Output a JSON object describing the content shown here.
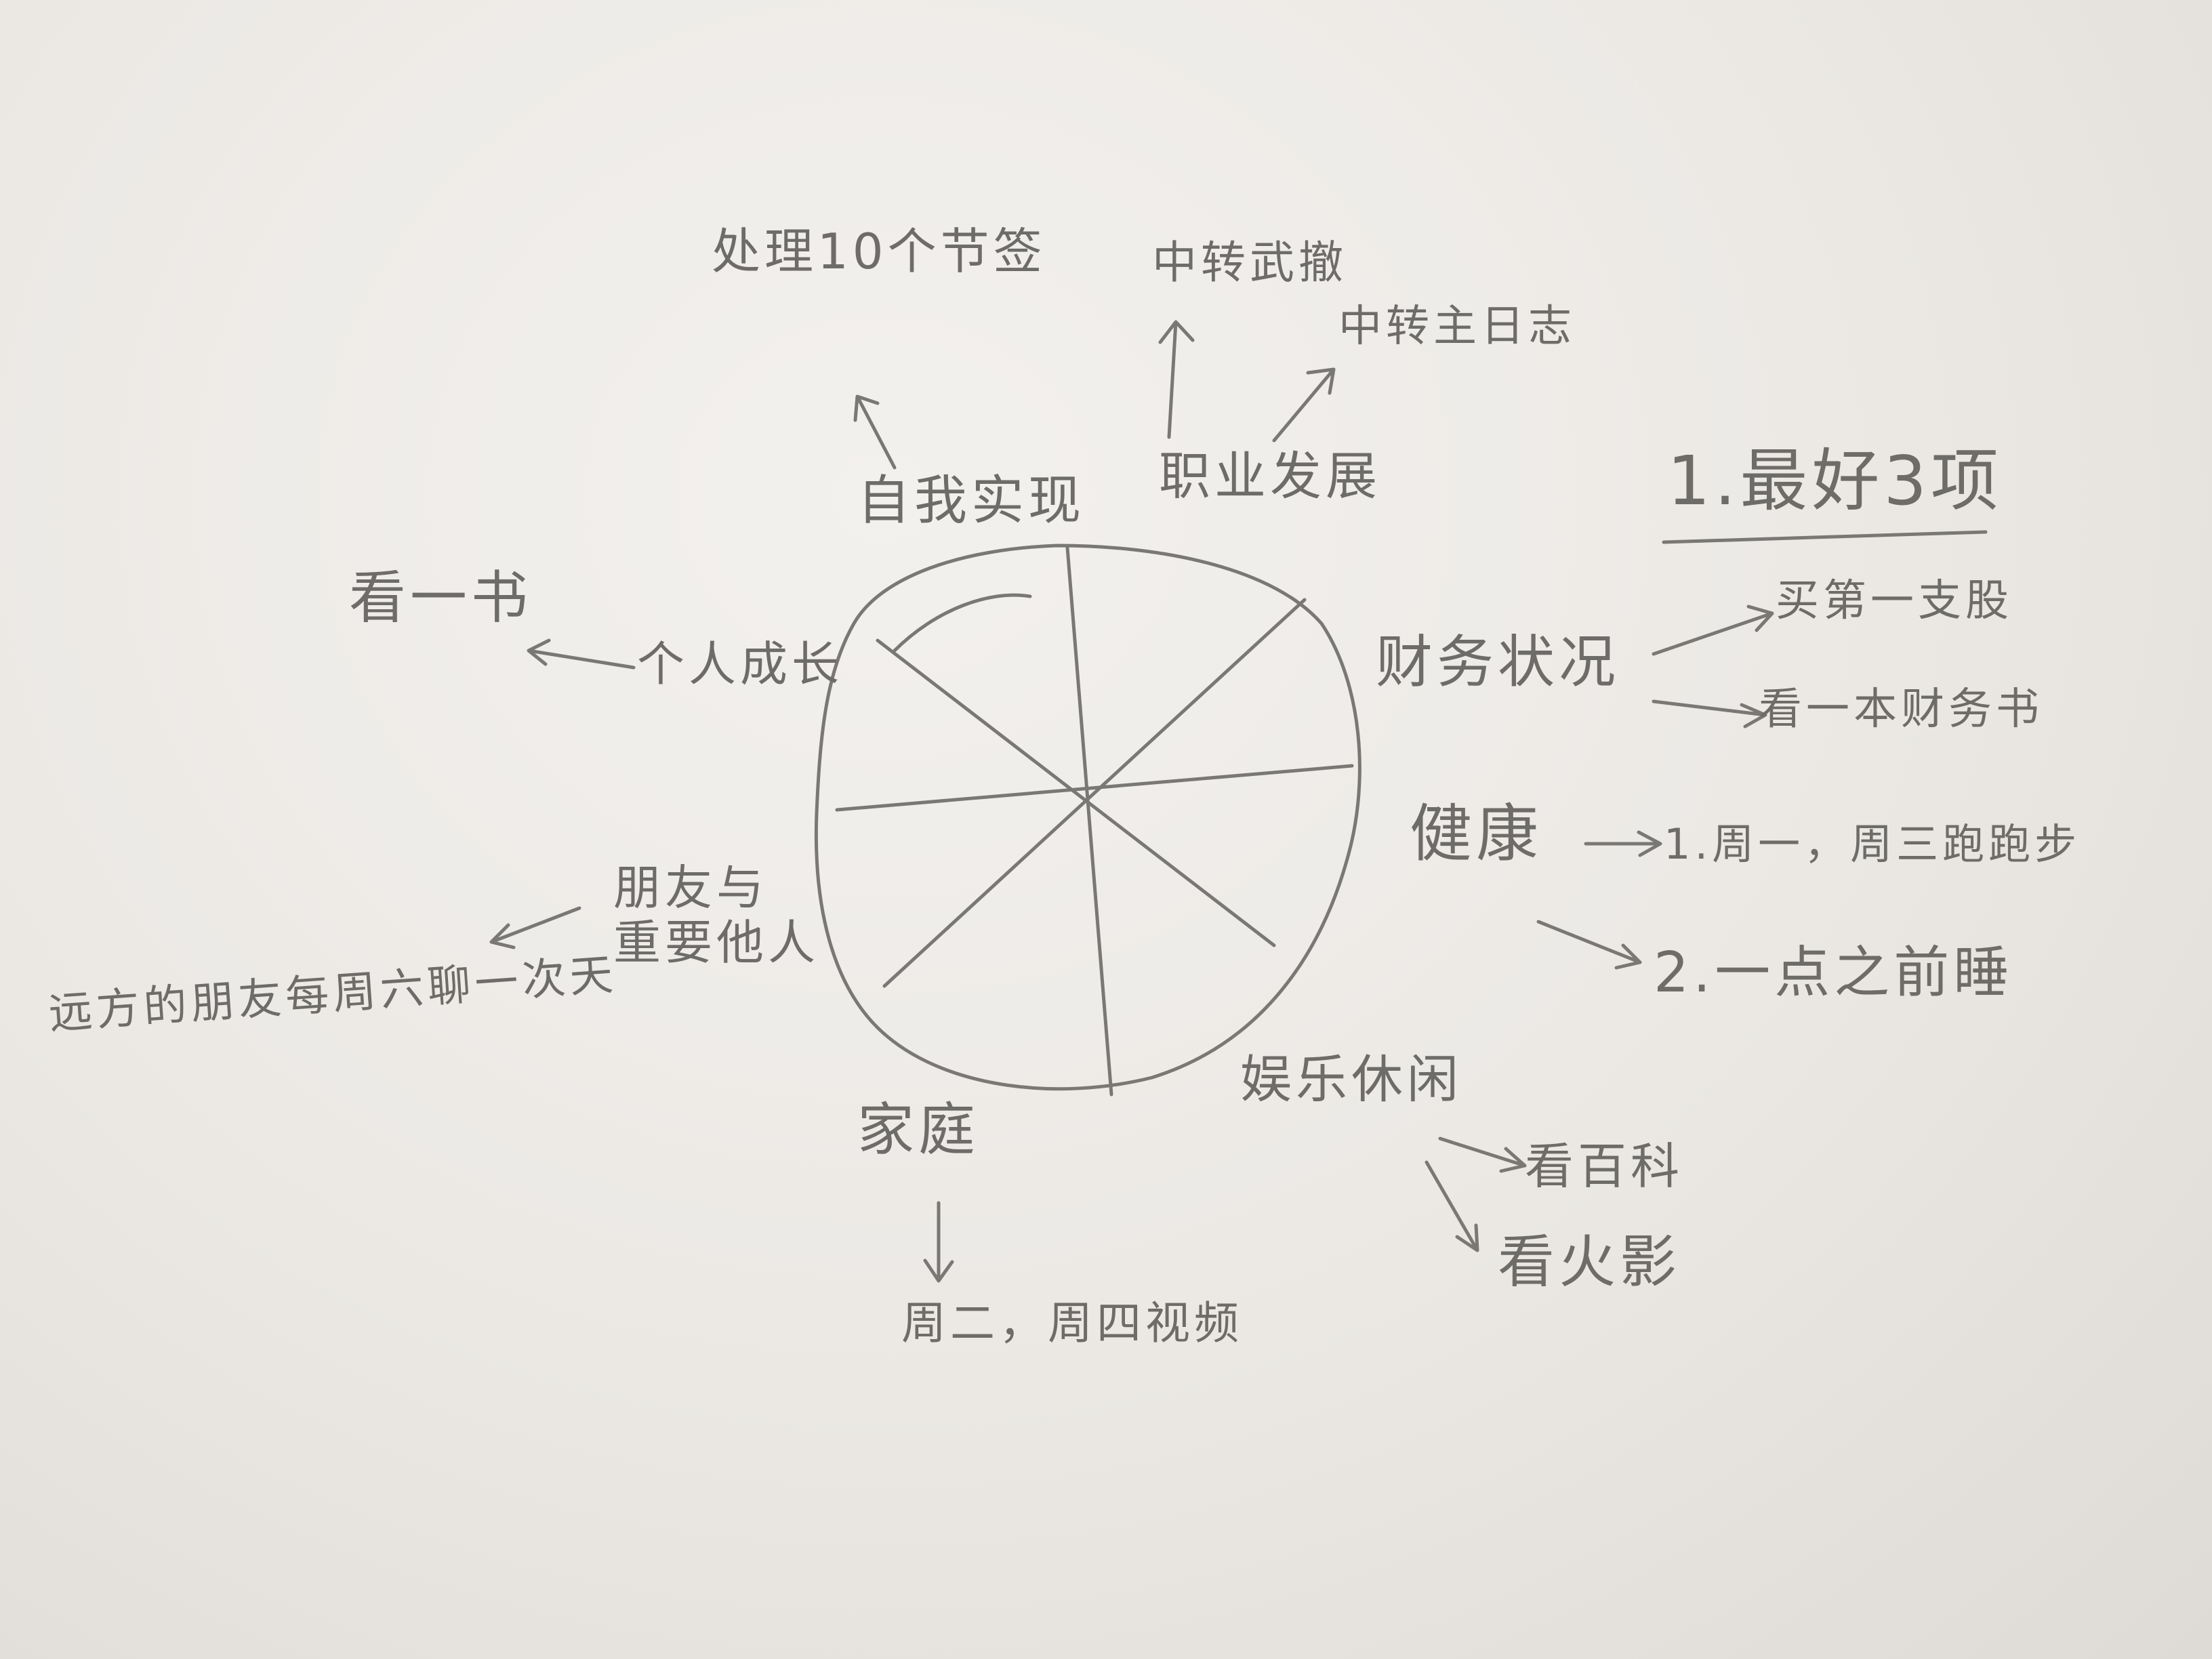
{
  "wheel": {
    "sectors": {
      "self_realization": "自我实现",
      "career": "职业发展",
      "finance": "财务状况",
      "health": "健康",
      "leisure": "娱乐休闲",
      "family": "家庭",
      "friends": "朋友与\n重要他人",
      "growth": "个人成长"
    }
  },
  "tasks": {
    "self_realization": [
      "处理10个节签"
    ],
    "career": [
      "中转武撤",
      "中转主日志"
    ],
    "finance": [
      "买第一支股",
      "看一本财务书"
    ],
    "health": [
      "1.周一，周三跑跑步",
      "2.一点之前睡"
    ],
    "leisure": [
      "看百科",
      "看火影"
    ],
    "family": [
      "周二，周四视频"
    ],
    "friends": [
      "远方的朋友每周六聊一次天"
    ],
    "growth": [
      "看一书"
    ]
  },
  "note": {
    "title": "1.最好3项"
  },
  "colors": {
    "pencil": "#6e6c69",
    "paper": "#efece8"
  }
}
